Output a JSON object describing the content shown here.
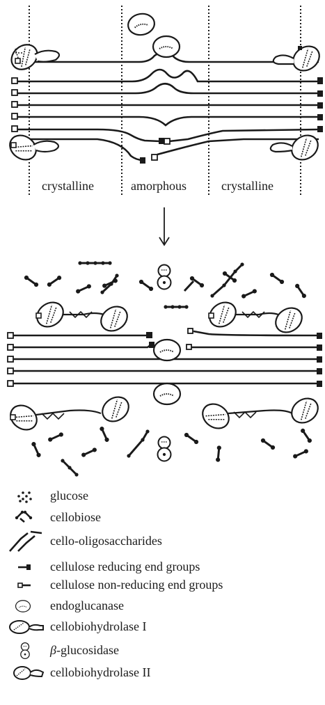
{
  "figure": {
    "region_labels": {
      "left": "crystalline",
      "middle": "amorphous",
      "right": "crystalline"
    },
    "stroke_color": "#1a1a1a"
  },
  "legend": {
    "items": [
      {
        "icon": "glucose-icon",
        "label": "glucose"
      },
      {
        "icon": "cellobiose-icon",
        "label": "cellobiose"
      },
      {
        "icon": "cello-oligosaccharides-icon",
        "label": "cello-oligosaccharides"
      },
      {
        "icon": "reducing-end-icon",
        "label": "cellulose reducing end groups"
      },
      {
        "icon": "non-reducing-end-icon",
        "label": "cellulose non-reducing end groups"
      },
      {
        "icon": "endoglucanase-icon",
        "label": "endoglucanase"
      },
      {
        "icon": "cellobiohydrolase-i-icon",
        "label": "cellobiohydrolase I"
      },
      {
        "icon": "beta-glucosidase-icon",
        "label": "β-glucosidase"
      },
      {
        "icon": "cellobiohydrolase-ii-icon",
        "label": "cellobiohydrolase II"
      }
    ]
  }
}
